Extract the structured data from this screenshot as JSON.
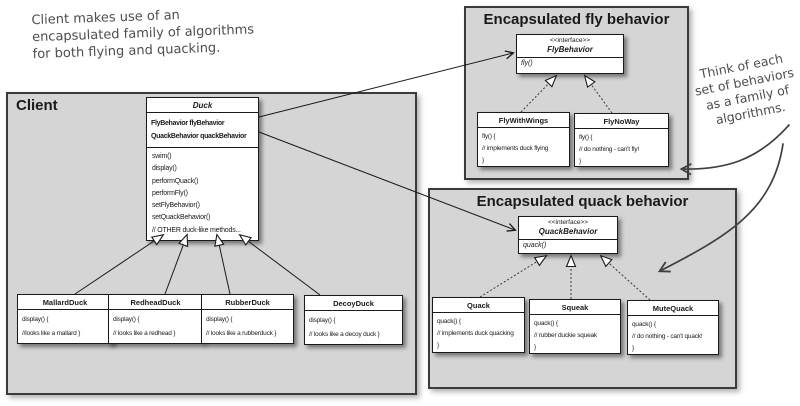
{
  "colors": {
    "panel_bg": "#d5d5d5",
    "panel_border": "#3b3b3b",
    "box_bg": "#ffffff",
    "box_border": "#1b1b1b",
    "note_ink": "#4e4e4e"
  },
  "notes": {
    "client_note_lines": [
      "Client makes use of an",
      "encapsulated family of algorithms",
      "for both flying and quacking."
    ],
    "family_note_lines": [
      "Think of each",
      "set of behaviors",
      "as a family of",
      "algorithms."
    ]
  },
  "client_panel": {
    "title": "Client"
  },
  "duck_class": {
    "name": "Duck",
    "attributes": [
      "FlyBehavior flyBehavior",
      "QuackBehavior quackBehavior"
    ],
    "methods": [
      "swim()",
      "display()",
      "performQuack()",
      "performFly()",
      "setFlyBehavior()",
      "setQuackBehavior()",
      "// OTHER duck-like methods..."
    ]
  },
  "duck_subclasses": [
    {
      "name": "MallardDuck",
      "body": [
        "display() {",
        "//looks like a mallard }"
      ]
    },
    {
      "name": "RedheadDuck",
      "body": [
        "display() {",
        "// looks like a redhead }"
      ]
    },
    {
      "name": "RubberDuck",
      "body": [
        "display() {",
        "// looks like a rubberduck }"
      ]
    },
    {
      "name": "DecoyDuck",
      "body": [
        "display() {",
        "// looks like a decoy duck }"
      ]
    }
  ],
  "fly_panel": {
    "title": "Encapsulated fly behavior",
    "interface": {
      "stereotype": "<<interface>>",
      "name": "FlyBehavior",
      "method": "fly()"
    },
    "implementations": [
      {
        "name": "FlyWithWings",
        "body": [
          "fly() {",
          "// implements duck flying",
          "}"
        ]
      },
      {
        "name": "FlyNoWay",
        "body": [
          "fly() {",
          "// do nothing - can't fly!",
          "}"
        ]
      }
    ]
  },
  "quack_panel": {
    "title": "Encapsulated quack behavior",
    "interface": {
      "stereotype": "<<interface>>",
      "name": "QuackBehavior",
      "method": "quack()"
    },
    "implementations": [
      {
        "name": "Quack",
        "body": [
          "quack() {",
          "// implements duck quacking",
          "}"
        ]
      },
      {
        "name": "Squeak",
        "body": [
          "quack() {",
          "// rubber duckie squeak",
          "}"
        ]
      },
      {
        "name": "MuteQuack",
        "body": [
          "quack() {",
          "// do nothing - can't quack!",
          "}"
        ]
      }
    ]
  }
}
